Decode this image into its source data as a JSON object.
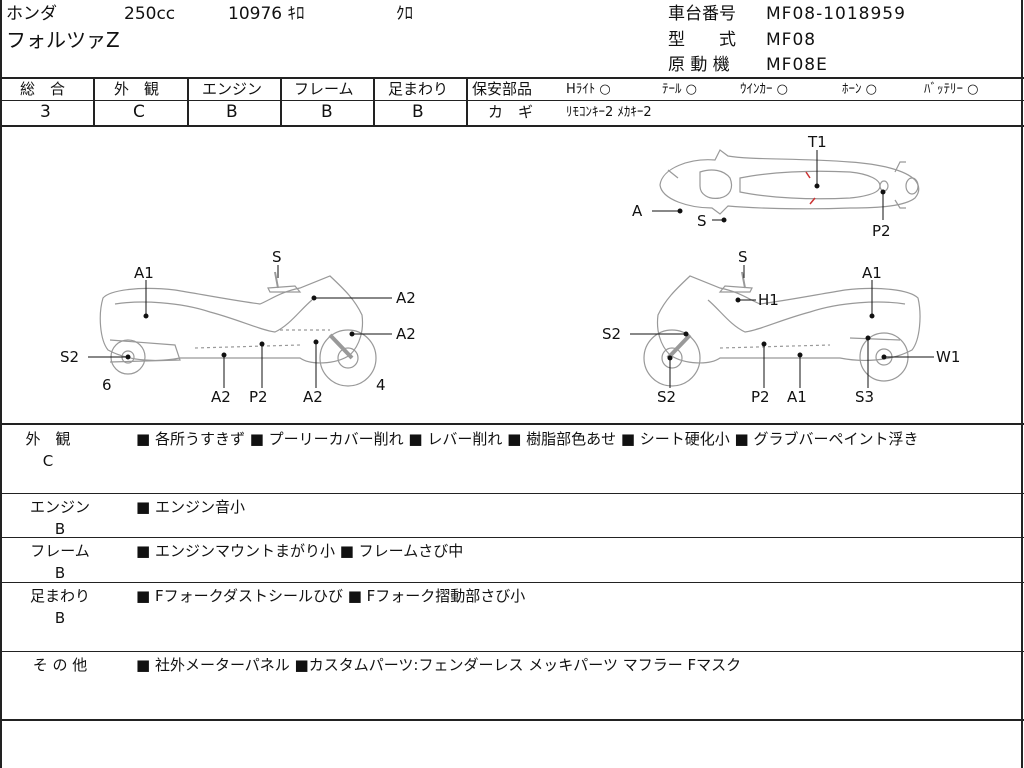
{
  "header": {
    "maker": "ホンダ",
    "displacement": "250cc",
    "mileage": "10976 ｷﾛ",
    "color": "ｸﾛ",
    "model_name": "フォルツァZ",
    "frame_no_label": "車台番号",
    "frame_no": "MF08-1018959",
    "type_label": "型　　式",
    "type": "MF08",
    "engine_label": "原 動 機",
    "engine": "MF08E"
  },
  "grades": {
    "overall_label": "総　合",
    "overall": "3",
    "exterior_label": "外　観",
    "exterior": "C",
    "engine_label": "エンジン",
    "engine": "B",
    "frame_label": "フレーム",
    "frame": "B",
    "suspension_label": "足まわり",
    "suspension": "B"
  },
  "safety": {
    "label": "保安部品",
    "headlight": "Hﾗｲﾄ ○",
    "tail": "ﾃｰﾙ ○",
    "winker": "ｳｲﾝｶｰ ○",
    "horn": "ﾎｰﾝ ○",
    "battery": "ﾊﾞｯﾃﾘｰ ○",
    "key_label": "カ　ギ",
    "key": "ﾘﾓｺﾝｷｰ2 ﾒｶｷｰ2"
  },
  "diagram": {
    "top_labels": [
      "T1",
      "A",
      "S",
      "P2"
    ],
    "left_labels": [
      "S",
      "A1",
      "A2",
      "A2",
      "S2",
      "6",
      "4",
      "A2",
      "P2",
      "A2"
    ],
    "right_labels": [
      "S",
      "A1",
      "H1",
      "S2",
      "W1",
      "S2",
      "P2",
      "A1",
      "S3"
    ]
  },
  "notes": [
    {
      "category": "外　観",
      "grade": "C",
      "text": "■ 各所うすきず ■ プーリーカバー削れ ■ レバー削れ ■ 樹脂部色あせ ■ シート硬化小 ■ グラブバーペイント浮き"
    },
    {
      "category": "エンジン",
      "grade": "B",
      "text": "■ エンジン音小"
    },
    {
      "category": "フレーム",
      "grade": "B",
      "text": "■ エンジンマウントまがり小 ■ フレームさび中"
    },
    {
      "category": "足まわり",
      "grade": "B",
      "text": "■ Fフォークダストシールひび ■ Fフォーク摺動部さび小"
    },
    {
      "category": "そ の 他",
      "grade": "",
      "text": "■ 社外メーターパネル ■カスタムパーツ:フェンダーレス メッキパーツ マフラー Fマスク"
    }
  ]
}
